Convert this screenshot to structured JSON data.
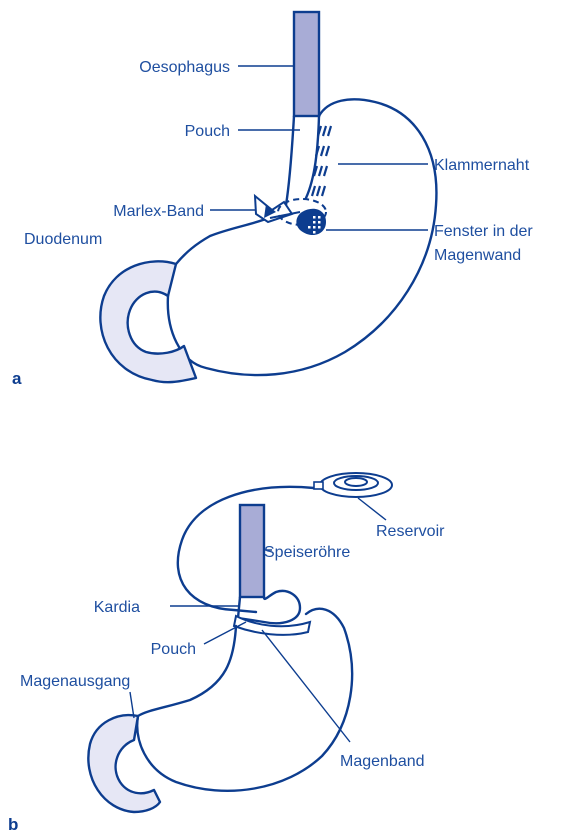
{
  "colors": {
    "outline": "#0d3d8f",
    "text": "#1f4fa0",
    "esophagus_fill": "#a8acd6",
    "duodenum_fill": "#e6e7f5",
    "background": "#ffffff"
  },
  "panel_a": {
    "label": "a",
    "labels": {
      "oesophagus": "Oesophagus",
      "pouch": "Pouch",
      "klammernaht": "Klammernaht",
      "marlex_band": "Marlex-Band",
      "duodenum": "Duodenum",
      "fenster_line1": "Fenster in der",
      "fenster_line2": "Magenwand"
    }
  },
  "panel_b": {
    "label": "b",
    "labels": {
      "reservoir": "Reservoir",
      "speiseroehre": "Speiseröhre",
      "kardia": "Kardia",
      "pouch": "Pouch",
      "magenausgang": "Magenausgang",
      "magenband": "Magenband"
    }
  }
}
